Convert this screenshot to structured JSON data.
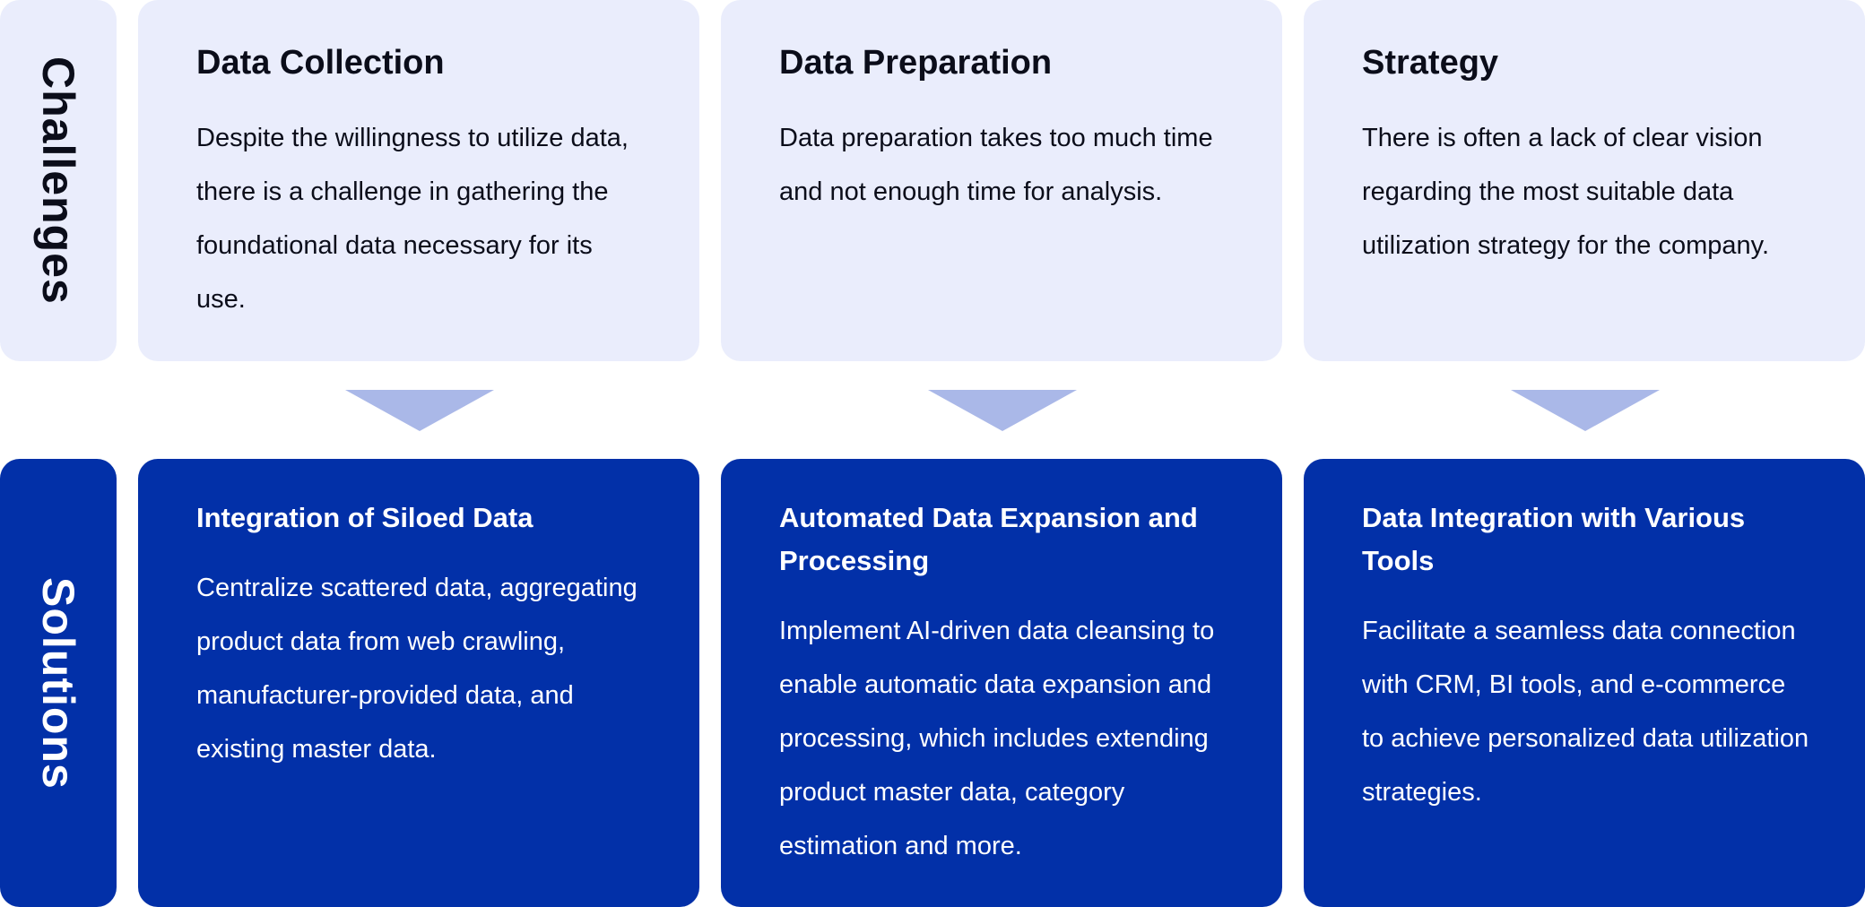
{
  "rows": {
    "challenges_label": "Challenges",
    "solutions_label": "Solutions"
  },
  "challenges": [
    {
      "title": "Data Collection",
      "body": "Despite the willingness to utilize data, there is a challenge in gathering the foundational data necessary for its use."
    },
    {
      "title": "Data Preparation",
      "body": "Data preparation takes too much time and not enough time for analysis."
    },
    {
      "title": "Strategy",
      "body": "There is often a lack of clear vision regarding the most suitable data utilization strategy for the company."
    }
  ],
  "solutions": [
    {
      "title": "Integration of Siloed Data",
      "body": "Centralize scattered data, aggregating product data from web crawling, manufacturer-provided data, and existing master data."
    },
    {
      "title": "Automated Data Expansion and Processing",
      "body": "Implement AI-driven data cleansing to enable automatic data expansion and processing, which includes extending product master data, category estimation and more."
    },
    {
      "title": "Data Integration with Various Tools",
      "body": "Facilitate a seamless data connection with CRM, BI tools, and e-commerce to achieve personalized data utilization strategies."
    }
  ],
  "colors": {
    "challenge_bg": "#eaedfc",
    "solution_bg": "#0230a8",
    "arrow": "#aab8e8",
    "dark_text": "#0b0d1a",
    "light_text": "#ffffff"
  }
}
